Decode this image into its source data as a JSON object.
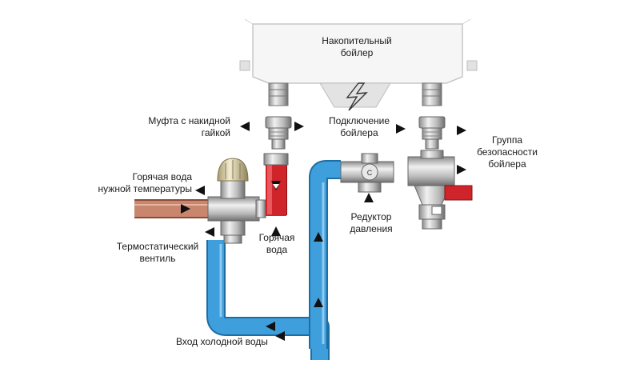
{
  "colors": {
    "cold_water": "#3e9fdc",
    "cold_water_edge": "#1c6ea3",
    "hot_water": "#d0242b",
    "hot_water_mixed": "#c9866e",
    "brass": "#c8c8c8",
    "boiler_body": "#f6f6f6"
  },
  "labels": {
    "boiler": [
      "Накопительный",
      "бойлер"
    ],
    "coupling": [
      "Муфта с накидной",
      "гайкой"
    ],
    "boiler_connection": [
      "Подключение",
      "бойлера"
    ],
    "safety_group": [
      "Группа",
      "безопасности",
      "бойлера"
    ],
    "hot_water_temp": [
      "Горячая вода",
      "нужной температуры"
    ],
    "pressure_reducer": [
      "Редуктор",
      "давления"
    ],
    "thermostatic_valve": [
      "Термостатический",
      "вентиль"
    ],
    "hot_water": [
      "Горячая",
      "вода"
    ],
    "cold_water_inlet": [
      "Вход холодной воды"
    ]
  },
  "icons": {
    "boiler_heating": "lightning-bolt-icon",
    "pointer": "triangle-pointer-icon",
    "flow": "flow-direction-arrow-icon"
  }
}
